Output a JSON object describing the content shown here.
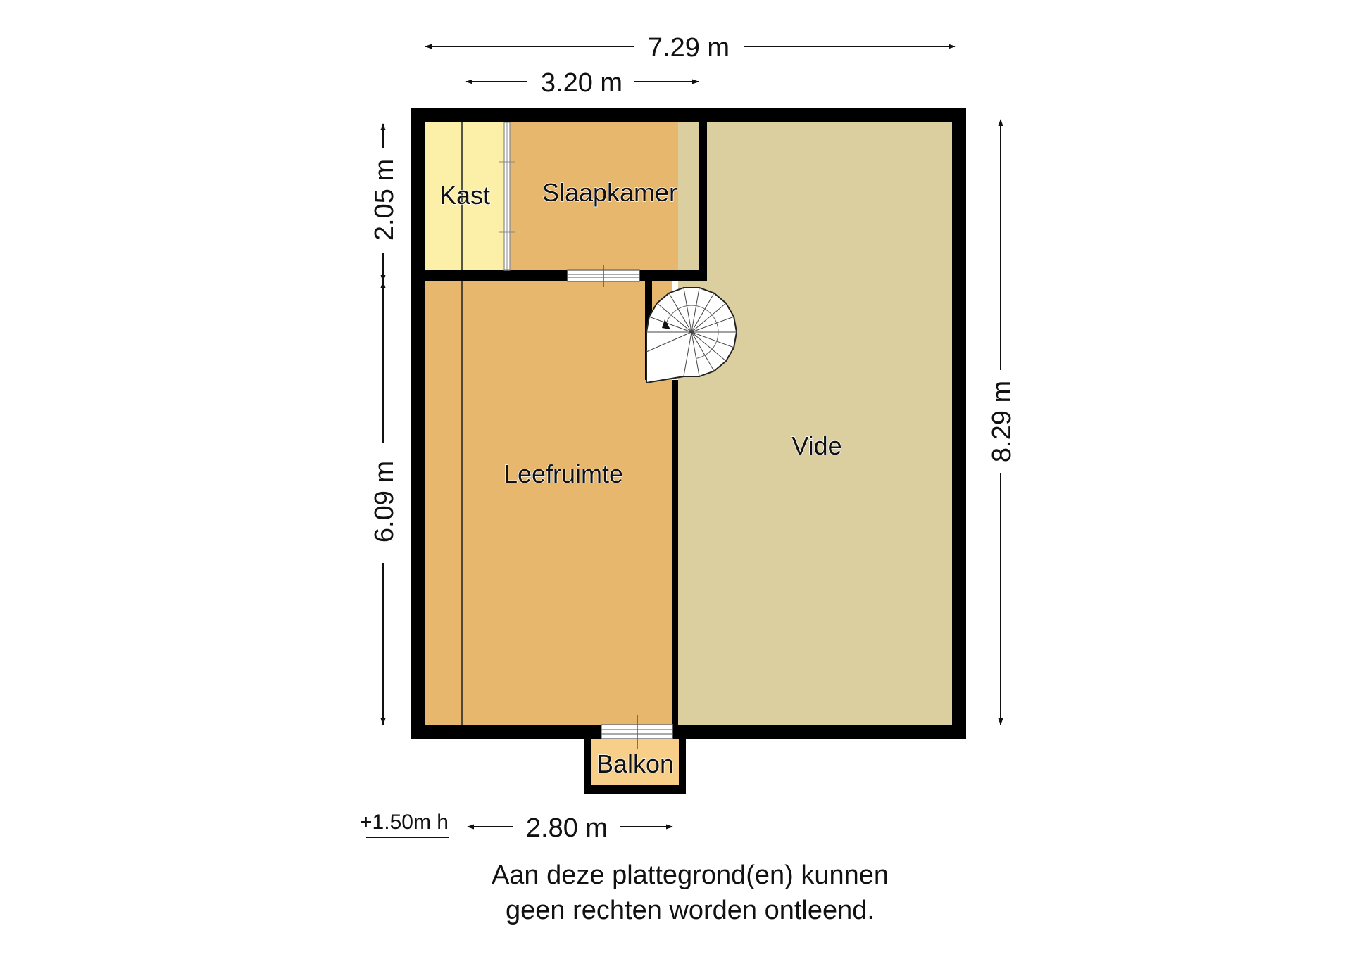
{
  "colors": {
    "wall": "#000000",
    "room_warm": "#e8b76e",
    "room_kast": "#fcf0a8",
    "room_vide": "#dbcf9f",
    "room_balkon": "#f7cf88",
    "stair_fill": "#ffffff"
  },
  "dimensions": {
    "total_width": "7.29 m",
    "slaapkamer_width": "3.20 m",
    "top_height": "2.05 m",
    "living_height": "6.09 m",
    "total_height": "8.29 m",
    "living_width": "2.80 m"
  },
  "rooms": {
    "kast": "Kast",
    "slaapkamer": "Slaapkamer",
    "leefruimte": "Leefruimte",
    "vide": "Vide",
    "balkon": "Balkon"
  },
  "height_note": "+1.50m h",
  "disclaimer": {
    "line1": "Aan deze plattegrond(en) kunnen",
    "line2": "geen rechten worden ontleend."
  }
}
